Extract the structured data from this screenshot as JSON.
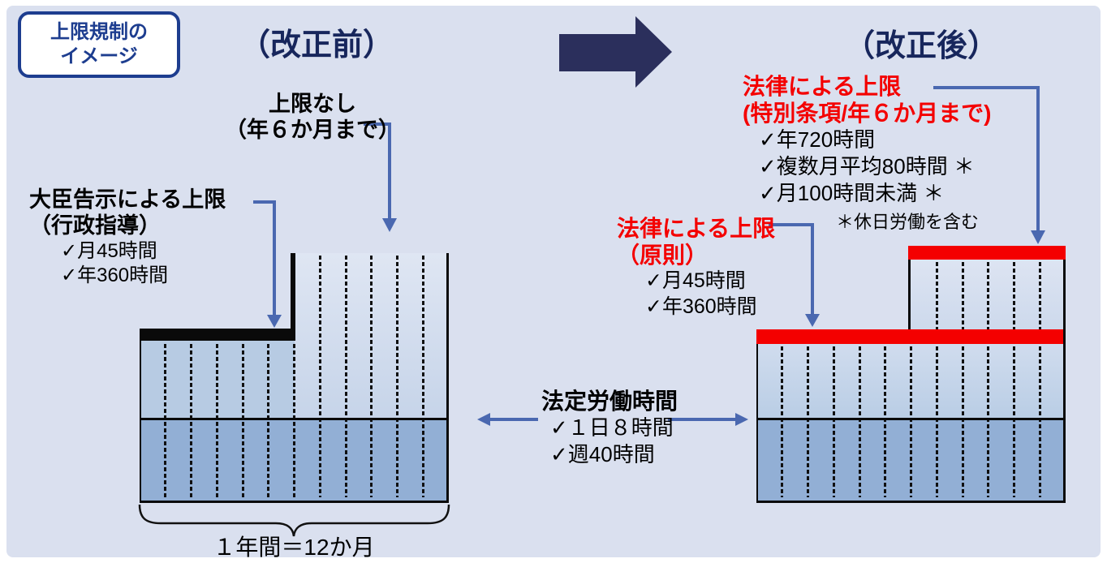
{
  "badge": {
    "line1": "上限規制の",
    "line2": "イメージ"
  },
  "headings": {
    "before": "（改正前）",
    "after": "（改正後）"
  },
  "before": {
    "no_limit_title": "上限なし",
    "no_limit_subtitle": "（年６か月まで）",
    "minister_title": "大臣告示による上限",
    "minister_subtitle": "（行政指導）",
    "minister_items": [
      "✓月45時間",
      "✓年360時間"
    ],
    "brace_label": "１年間＝12か月"
  },
  "after": {
    "special_title": "法律による上限",
    "special_subtitle": "(特別条項/年６か月まで)",
    "special_items": [
      "✓年720時間",
      "✓複数月平均80時間 ＊",
      "✓月100時間未満 ＊"
    ],
    "special_note": "＊休日労働を含む",
    "principle_title": "法律による上限",
    "principle_subtitle": "（原則）",
    "principle_items": [
      "✓月45時間",
      "✓年360時間"
    ]
  },
  "statutory": {
    "title": "法定労働時間",
    "items": [
      "✓１日８時間",
      "✓週40時間"
    ]
  },
  "chart": {
    "months_per_year": 12,
    "special_period_months": 6
  },
  "colors": {
    "panel_bg": "#dae0ef",
    "navy_heading": "#17265c",
    "badge_blue": "#1d3d8f",
    "limit_red": "#f40000",
    "connector_blue": "#4a68b0",
    "band_upper": "#b7cbe3",
    "band_lower": "#92afd5",
    "cap_black": "#0a0a0a"
  }
}
